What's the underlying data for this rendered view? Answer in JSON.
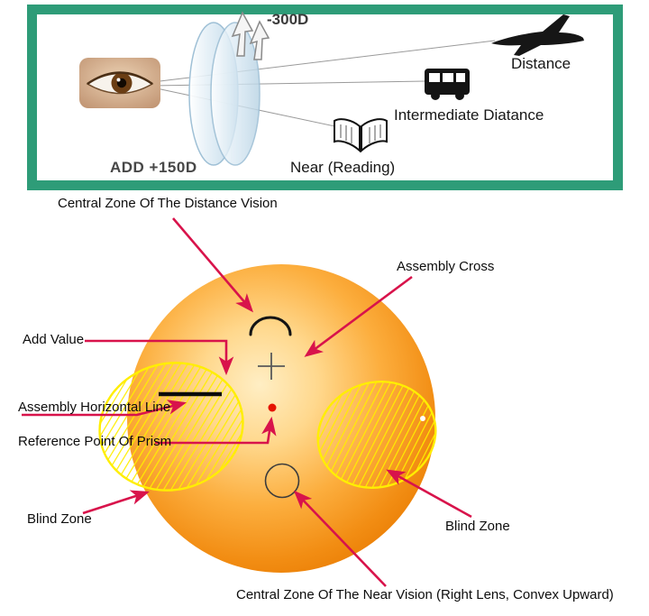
{
  "top_panel": {
    "power_label": "-300D",
    "add_label": "ADD +150D",
    "distance_label": "Distance",
    "intermediate_label": "Intermediate Diatance",
    "near_label": "Near (Reading)"
  },
  "lens_map": {
    "distance_zone": "Central Zone Of The Distance Vision",
    "assembly_cross": "Assembly Cross",
    "add_value": "Add Value",
    "assembly_horizontal_line": "Assembly Horizontal Line",
    "reference_point_of_prism": "Reference Point Of Prism",
    "blind_zone_left": "Blind Zone",
    "blind_zone_right": "Blind Zone",
    "near_zone": "Central Zone Of The Near Vision (Right Lens, Convex Upward)"
  },
  "icons": [
    "eye-icon",
    "lens-icon",
    "up-arrows-icon",
    "airplane-icon",
    "bus-icon",
    "book-icon"
  ],
  "colors": {
    "frame_green": "#2e9c78",
    "arrow_red": "#d8134b",
    "hatch_yellow": "#ffee00",
    "sphere_orange": "#f28d13",
    "reference_dot_red": "#e51300"
  }
}
